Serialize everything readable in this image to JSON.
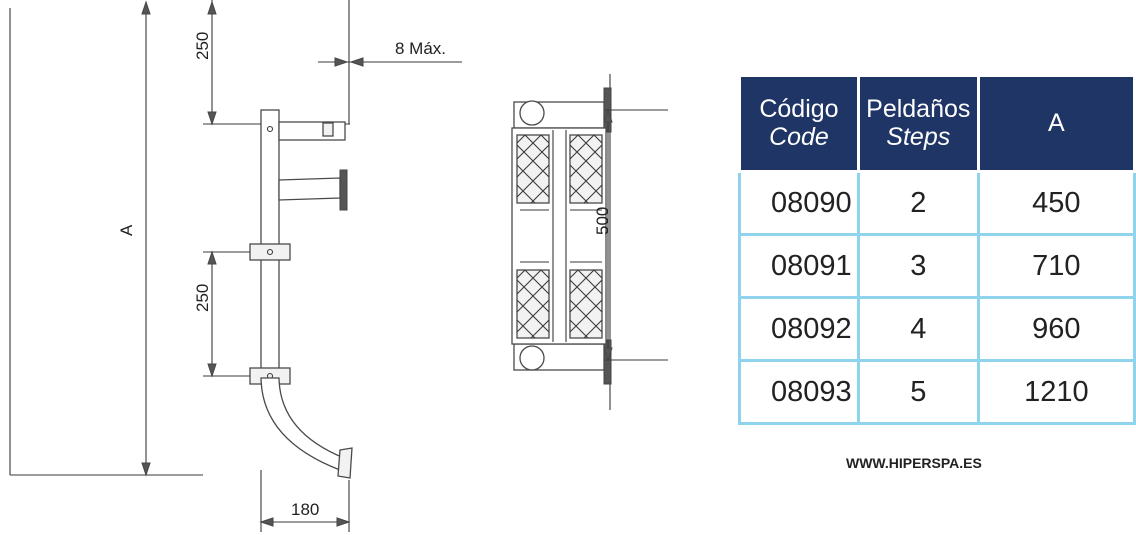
{
  "dimensions": {
    "top_spacing": "250",
    "bottom_spacing": "250",
    "max_gap": "8 Máx.",
    "height_label": "A",
    "depth": "180",
    "width": "500"
  },
  "table": {
    "headers": [
      {
        "es": "Código",
        "en": "Code"
      },
      {
        "es": "Peldaños",
        "en": "Steps"
      },
      {
        "es": "A",
        "en": ""
      }
    ],
    "rows": [
      {
        "code": "08090",
        "steps": "2",
        "a": "450"
      },
      {
        "code": "08091",
        "steps": "3",
        "a": "710"
      },
      {
        "code": "08092",
        "steps": "4",
        "a": "960"
      },
      {
        "code": "08093",
        "steps": "5",
        "a": "1210"
      }
    ]
  },
  "website": "WWW.HIPERSPA.ES",
  "colors": {
    "header_bg": "#1f3566",
    "cell_border": "#8fd3ec"
  }
}
